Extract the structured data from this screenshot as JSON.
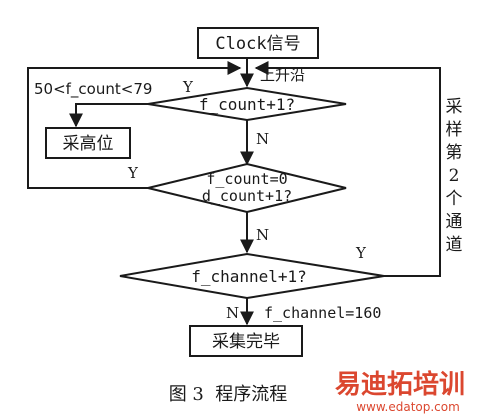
{
  "diagram": {
    "start_box": "Clock信号",
    "rising_edge_label": "上升沿",
    "decision1": {
      "text": "f_count+1?",
      "condition_label": "50<f_count<79",
      "yes": "Y",
      "no": "N"
    },
    "process_high": "采高位",
    "decision2": {
      "line1": "f_count=0",
      "line2": "d_count+1?",
      "yes": "Y",
      "no": "N"
    },
    "decision3": {
      "text": "f_channel+1?",
      "yes": "Y",
      "no": "N",
      "condition_label": "f_channel=160"
    },
    "loop_label": [
      "采",
      "样",
      "第",
      "2",
      "个",
      "通",
      "道"
    ],
    "end_box": "采集完毕"
  },
  "caption": "图 3  程序流程",
  "watermark": {
    "text": "易迪拓培训",
    "url": "www.edatop.com"
  },
  "colors": {
    "ink": "#1a1a1a",
    "watermark_red": "#d9381e"
  }
}
